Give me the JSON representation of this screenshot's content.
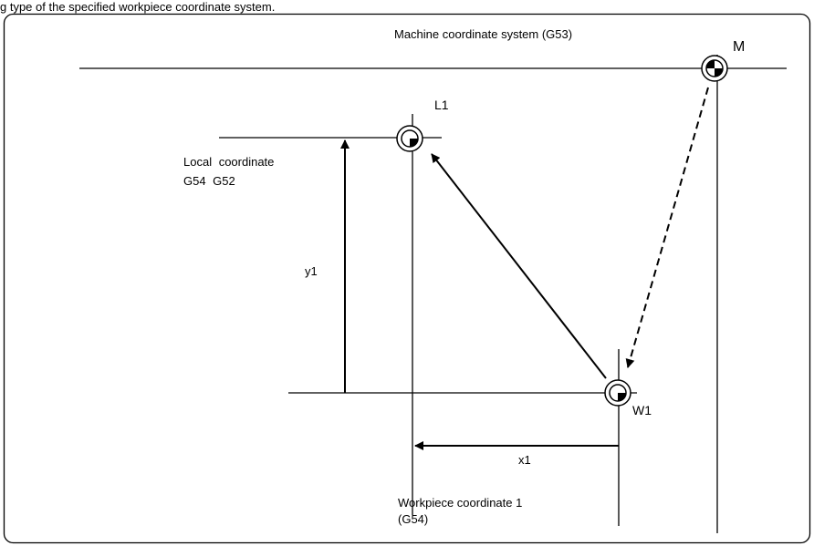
{
  "caption": "g type of the specified workpiece coordinate system.",
  "labels": {
    "machine_system": "Machine coordinate system (G53)",
    "machine_origin": "M",
    "local_origin": "L1",
    "local_line1": "Local coordinate",
    "local_line2": "G54 G52",
    "y_offset": "y1",
    "x_offset": "x1",
    "workpiece_origin": "W1",
    "workpiece_line1": "Workpiece coordinate 1",
    "workpiece_line2": "(G54)"
  },
  "colors": {
    "line": "#000000",
    "background": "#ffffff"
  }
}
